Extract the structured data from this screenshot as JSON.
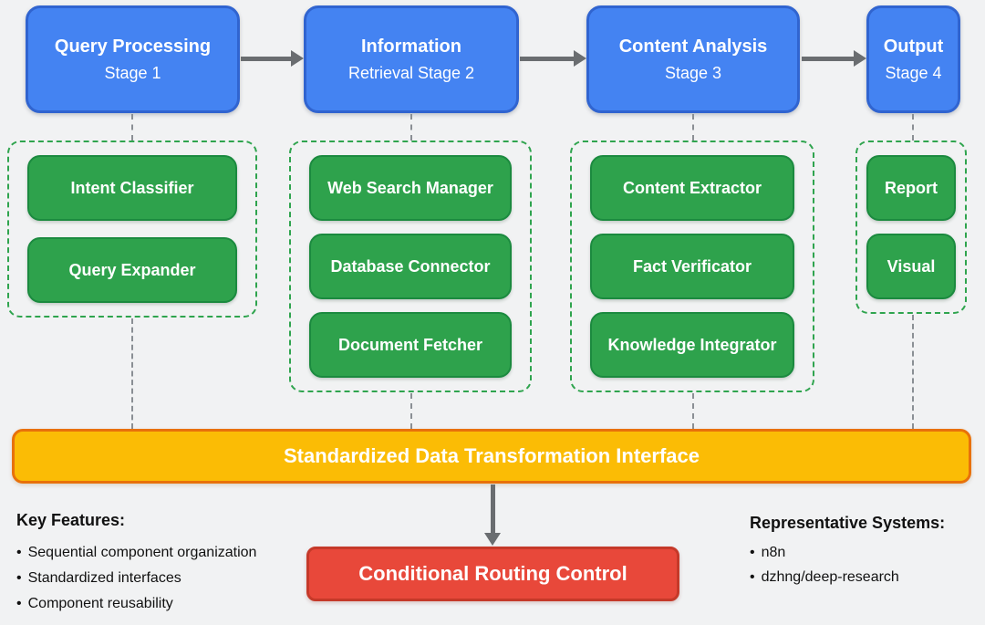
{
  "stages": [
    {
      "title": "Query Processing",
      "subtitle": "Stage 1",
      "components": [
        "Intent Classifier",
        "Query Expander"
      ]
    },
    {
      "title": "Information",
      "subtitle": "Retrieval Stage 2",
      "components": [
        "Web Search Manager",
        "Database Connector",
        "Document Fetcher"
      ]
    },
    {
      "title": "Content Analysis",
      "subtitle": "Stage 3",
      "components": [
        "Content Extractor",
        "Fact Verificator",
        "Knowledge Integrator"
      ]
    },
    {
      "title": "Output",
      "subtitle": "Stage 4",
      "components": [
        "Report",
        "Visual"
      ]
    }
  ],
  "interface_bar": {
    "label": "Standardized Data Transformation Interface"
  },
  "routing_control": {
    "label": "Conditional Routing Control"
  },
  "key_features": {
    "heading": "Key Features:",
    "items": [
      "Sequential component organization",
      "Standardized interfaces",
      "Component reusability"
    ]
  },
  "representative_systems": {
    "heading": "Representative Systems:",
    "items": [
      "n8n",
      "dzhng/deep-research"
    ]
  },
  "bullet_char": "•",
  "colors": {
    "stage_blue_fill": "#4483F2",
    "stage_blue_border": "#3064D0",
    "component_green_fill": "#2EA24C",
    "component_green_border": "#1B8A3F",
    "group_dashed_green": "#2FA44E",
    "interface_orange_fill": "#FBBC05",
    "interface_orange_border": "#E8710A",
    "routing_red_fill": "#E8483A",
    "routing_red_border": "#C53929",
    "arrow_gray": "#6A6D70",
    "connector_gray": "#8A8F94",
    "background": "#F1F2F3"
  }
}
